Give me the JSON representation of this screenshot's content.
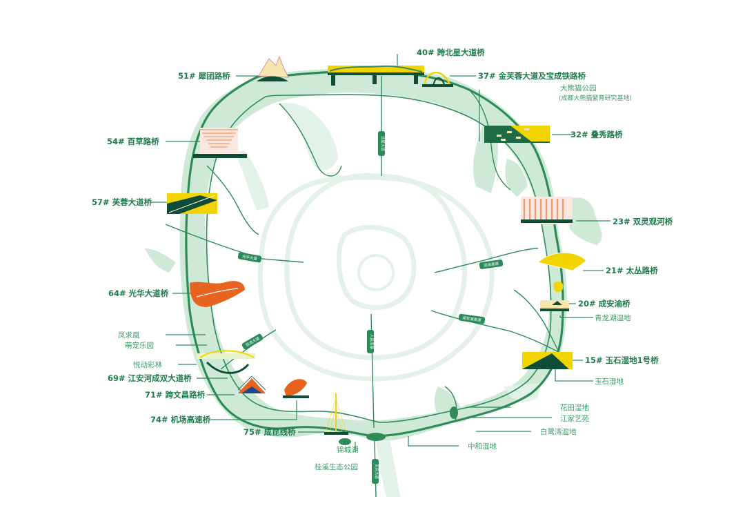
{
  "colors": {
    "greenway": "#2e8b57",
    "greenway_dark": "#1f6f45",
    "park_fill": "#cfe9d8",
    "ring_line": "#e2f1e7",
    "label": "#1f7a4d",
    "place_label": "#3d9a6a",
    "accent_yellow": "#f2d400",
    "accent_orange": "#e8641e",
    "bridge_dark": "#0f4d36"
  },
  "bridges": [
    {
      "id": "b51",
      "label": "51# 犀团路桥"
    },
    {
      "id": "b40",
      "label": "40# 跨北星大道桥"
    },
    {
      "id": "b37",
      "label": "37# 金芙蓉大道及宝成铁路桥"
    },
    {
      "id": "b54",
      "label": "54# 百草路桥"
    },
    {
      "id": "b32",
      "label": "32# 叠秀路桥"
    },
    {
      "id": "b57",
      "label": "57# 芙蓉大道桥"
    },
    {
      "id": "b23",
      "label": "23# 双灵观河桥"
    },
    {
      "id": "b21",
      "label": "21# 太丛路桥"
    },
    {
      "id": "b64",
      "label": "64# 光华大道桥"
    },
    {
      "id": "b20",
      "label": "20# 成安渝桥"
    },
    {
      "id": "b15",
      "label": "15# 玉石湿地1号桥"
    },
    {
      "id": "b69",
      "label": "69# 江安河成双大道桥"
    },
    {
      "id": "b71",
      "label": "71# 跨文昌路桥"
    },
    {
      "id": "b74",
      "label": "74# 机场高速桥"
    },
    {
      "id": "b75",
      "label": "75# 成昆线桥"
    }
  ],
  "places": {
    "panda_base": "大熊猫公园",
    "panda_base_sub": "(成都大熊猫繁育研究基地)",
    "qinglonghu": "青龙湖湿地",
    "yushi": "玉石湿地",
    "fengqiuhuang": "凤求凰",
    "mengchong": "萌宠乐园",
    "yuedong": "悦动彩林",
    "huatian": "花田湿地",
    "jiangjia": "江家艺苑",
    "bailuwan": "白鹭湾湿地",
    "zhonghe": "中和湿地",
    "jinchenghu": "锦城湖",
    "guixi": "桂溪生态公园"
  },
  "roads": {
    "north": "北星大道",
    "south": "天府大道",
    "west": "光华大道",
    "east": "成渝高速",
    "east_se": "成安渝高速",
    "southwest": "双流大道",
    "inner_south": "人民南路"
  }
}
